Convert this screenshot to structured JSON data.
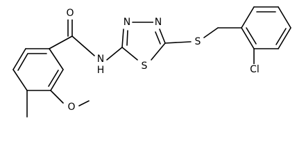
{
  "molecule": {
    "atoms": {
      "O_carbonyl": "O",
      "NH": "N\nH",
      "N_thiadiazole_1": "N",
      "N_thiadiazole_2": "N",
      "S_ring": "S",
      "S_thioether": "S",
      "Cl": "Cl",
      "O_methoxy": "O"
    },
    "colors": {
      "bond": "#000000",
      "label": "#000000",
      "background": "#ffffff"
    }
  }
}
